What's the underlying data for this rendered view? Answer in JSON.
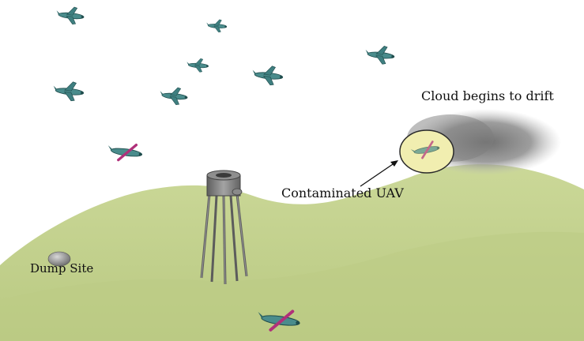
{
  "labels": {
    "cloud": "Cloud begins to drift",
    "uav": "Contaminated UAV",
    "dump": "Dump Site"
  },
  "colors": {
    "sky": "#ffffff",
    "hill": "#c6d38e",
    "hill_dark": "#a9b972",
    "cloud": "#7a7a7a",
    "contamination": "#f2eeb0",
    "uav_body": "#4d8f8f",
    "uav_wing": "#b0307a",
    "tower": "#7c7c7c"
  },
  "icons": {
    "uav": "uav-drone-icon",
    "tower": "water-tower-icon",
    "dump": "dump-mound-icon",
    "cloud": "cloud-plume-icon"
  }
}
